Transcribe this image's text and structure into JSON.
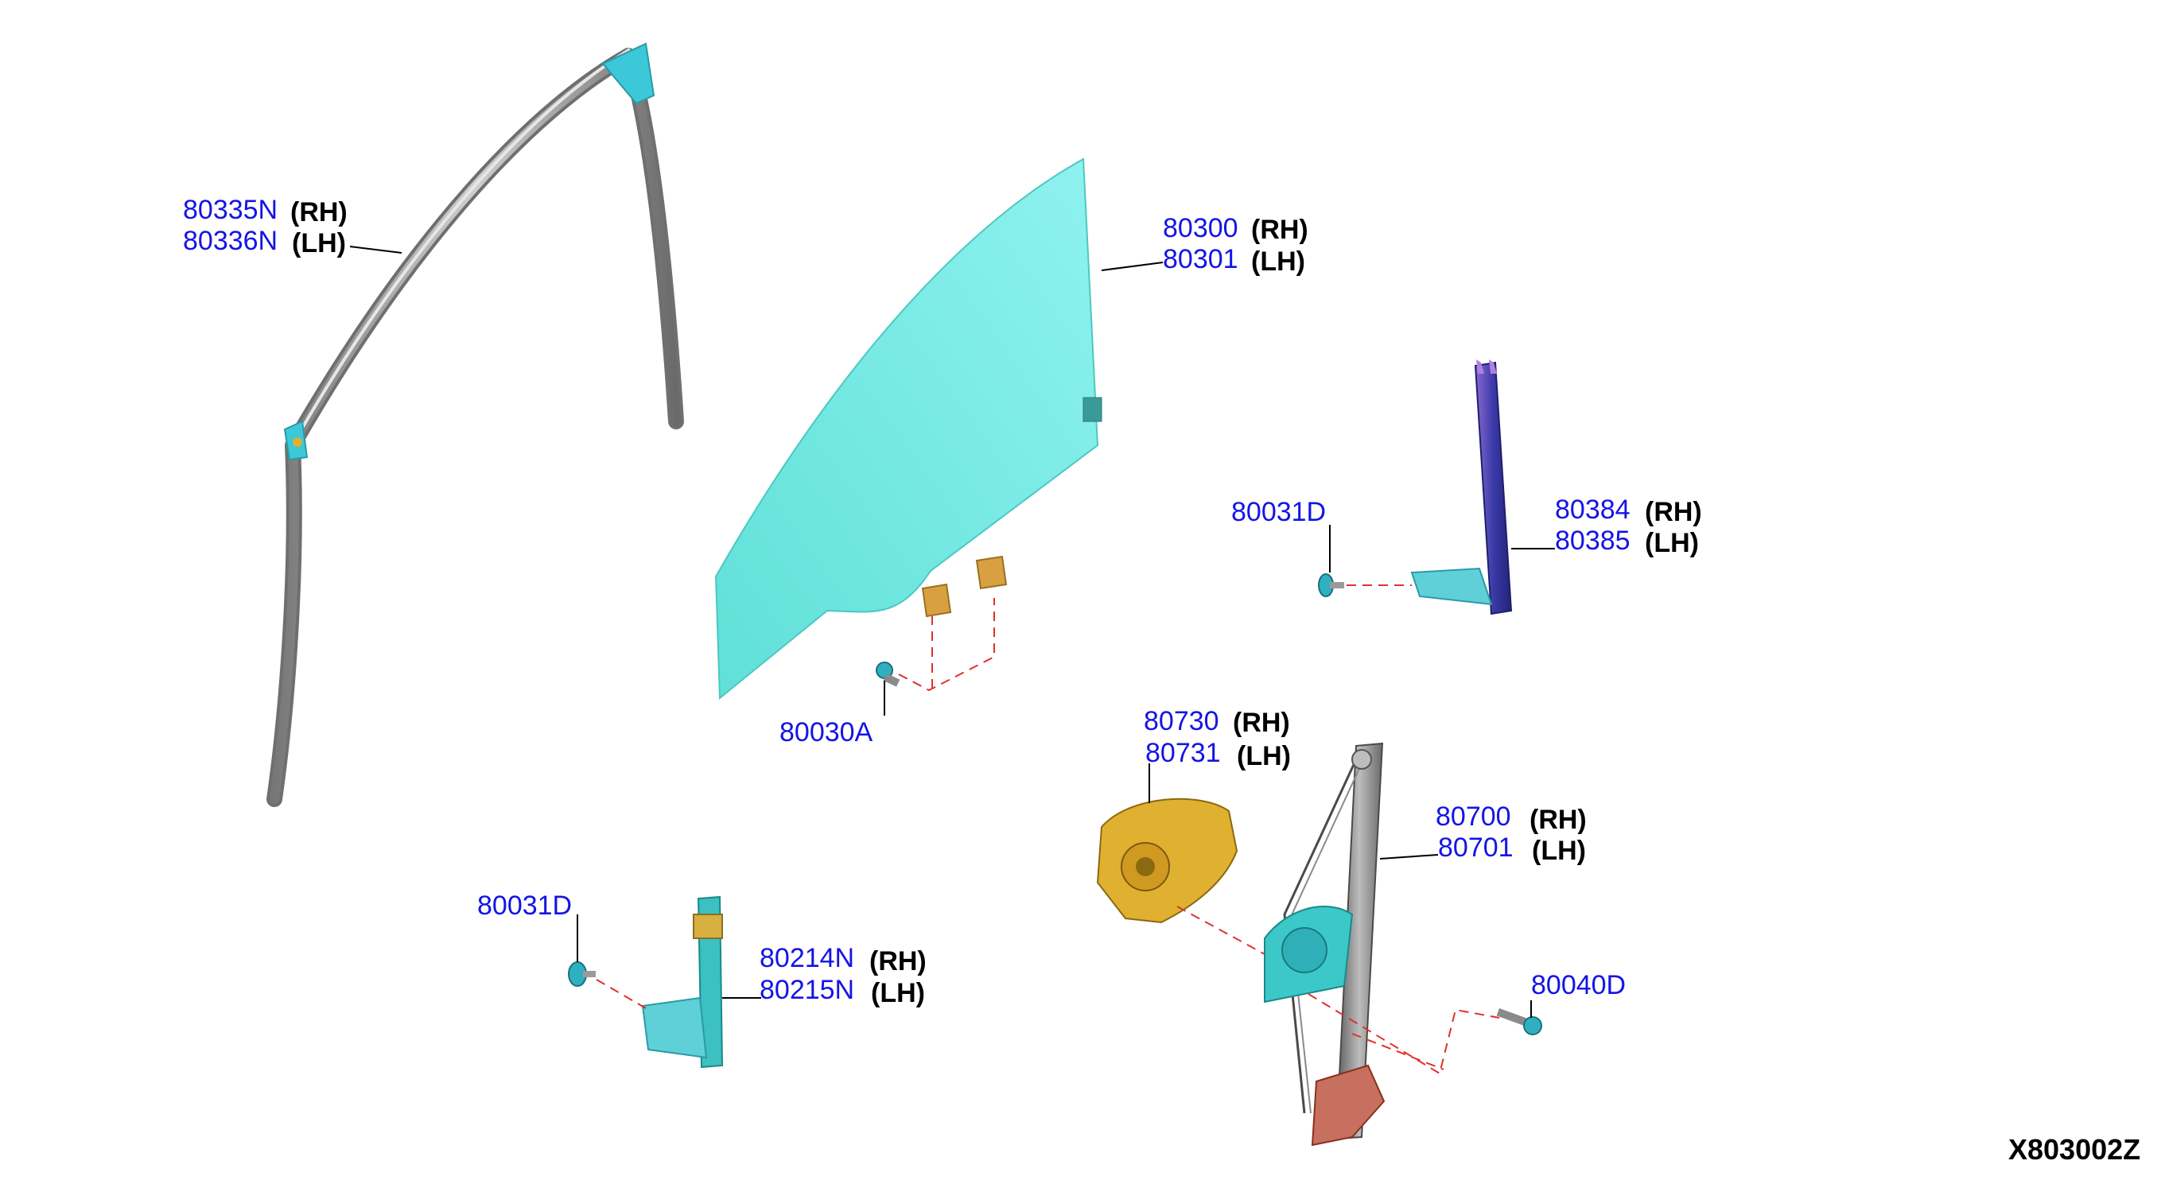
{
  "diagram_code": "X803002Z",
  "callouts": [
    {
      "part": "80335N",
      "side": "(RH)"
    },
    {
      "part": "80336N",
      "side": "(LH)"
    },
    {
      "part": "80300",
      "side": "(RH)"
    },
    {
      "part": "80301",
      "side": "(LH)"
    },
    {
      "part": "80031D",
      "side": ""
    },
    {
      "part": "80384",
      "side": "(RH)"
    },
    {
      "part": "80385",
      "side": "(LH)"
    },
    {
      "part": "80030A",
      "side": ""
    },
    {
      "part": "80730",
      "side": "(RH)"
    },
    {
      "part": "80731",
      "side": "(LH)"
    },
    {
      "part": "80700",
      "side": "(RH)"
    },
    {
      "part": "80701",
      "side": "(LH)"
    },
    {
      "part": "80031D",
      "side": ""
    },
    {
      "part": "80214N",
      "side": "(RH)"
    },
    {
      "part": "80215N",
      "side": "(LH)"
    },
    {
      "part": "80040D",
      "side": ""
    }
  ],
  "colors": {
    "part_number": "#1414e6",
    "glass": "#6ee8e4",
    "bracket": "#3cc8c8",
    "motor": "#e0b030",
    "channel": "#4040b0",
    "weatherstrip": "#9a9a9a",
    "callout_dash": "#e0302a"
  }
}
